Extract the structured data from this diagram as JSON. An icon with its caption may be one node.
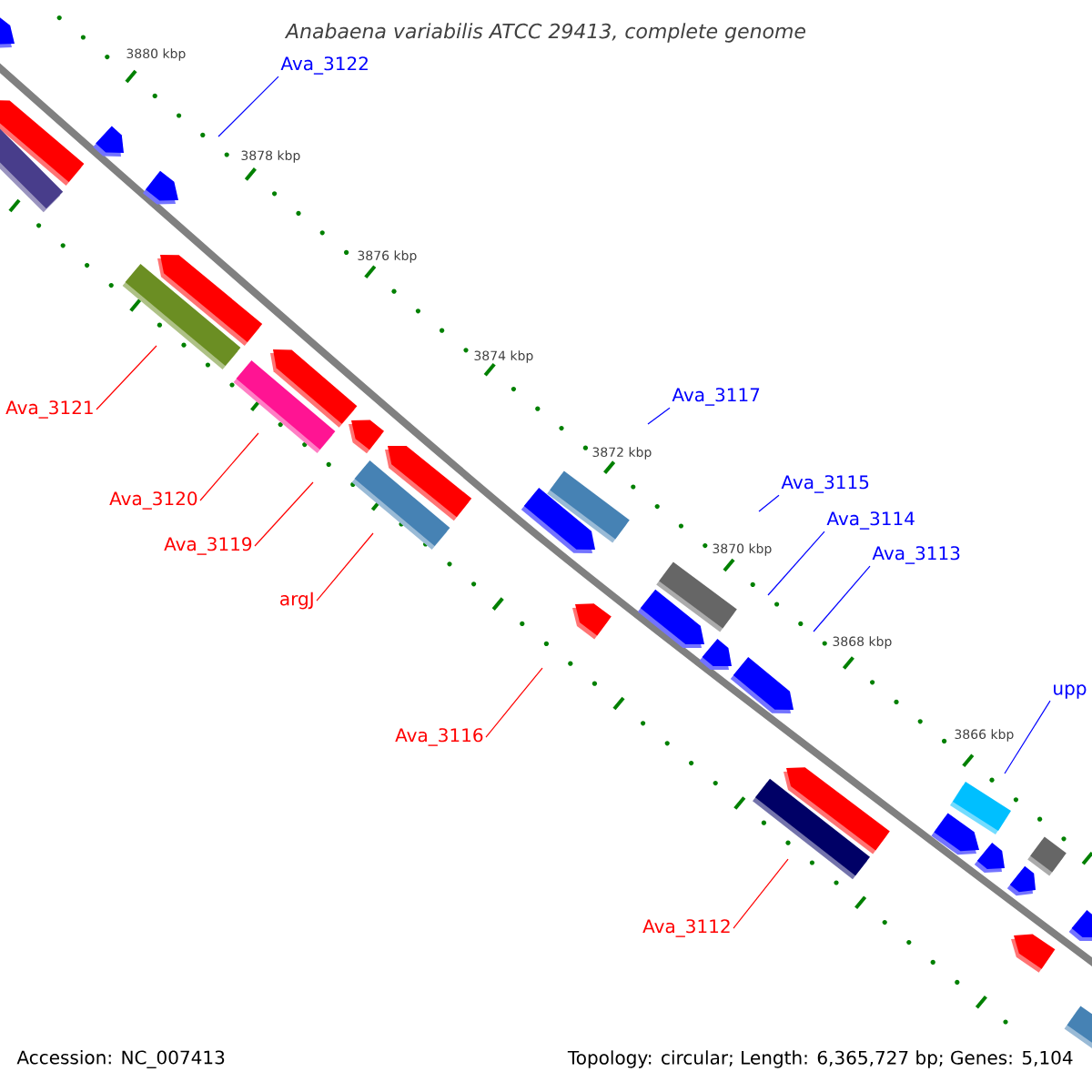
{
  "diagram": {
    "title": "Anabaena variabilis ATCC 29413, complete genome",
    "nodes": [
      {
        "text": [
          "Ava_3122"
        ]
      },
      {
        "text": [
          "Ava_3117"
        ]
      },
      {
        "text": [
          "Ava_3121"
        ]
      },
      {
        "text": [
          "Ava_3115"
        ]
      },
      {
        "text": [
          "Ava_3120"
        ]
      },
      {
        "text": [
          "Ava_3114"
        ]
      },
      {
        "text": [
          "Ava_3119"
        ]
      },
      {
        "text": [
          "Ava_3113"
        ]
      },
      {
        "text": [
          "argJ"
        ]
      },
      {
        "text": [
          "upp"
        ]
      },
      {
        "text": [
          "Ava_3116"
        ]
      },
      {
        "text": [
          "Ava_3112"
        ]
      }
    ],
    "edges": [
      {
        "from": 0,
        "to": null,
        "arrow": "none",
        "color": "#0000ff"
      },
      {
        "from": 1,
        "to": null,
        "arrow": "none",
        "color": "#0000ff"
      },
      {
        "from": 2,
        "to": null,
        "arrow": "none",
        "color": "#ff0000"
      },
      {
        "from": 3,
        "to": null,
        "arrow": "none",
        "color": "#0000ff"
      },
      {
        "from": 4,
        "to": null,
        "arrow": "none",
        "color": "#ff0000"
      },
      {
        "from": 5,
        "to": null,
        "arrow": "none",
        "color": "#0000ff"
      },
      {
        "from": 6,
        "to": null,
        "arrow": "none",
        "color": "#ff0000"
      },
      {
        "from": 7,
        "to": null,
        "arrow": "none",
        "color": "#0000ff"
      },
      {
        "from": 8,
        "to": null,
        "arrow": "none",
        "color": "#ff0000"
      },
      {
        "from": 9,
        "to": null,
        "arrow": "none",
        "color": "#0000ff"
      },
      {
        "from": 10,
        "to": null,
        "arrow": "none",
        "color": "#ff0000"
      },
      {
        "from": 11,
        "to": null,
        "arrow": "none",
        "color": "#ff0000"
      }
    ],
    "labels": [
      "3880 kbp",
      "3878 kbp",
      "3876 kbp",
      "3874 kbp",
      "3872 kbp",
      "3870 kbp",
      "3868 kbp",
      "3866 kbp",
      "Accession: NC_007413",
      "Topology: circular; Length: 6,365,727 bp; Genes: 5,104"
    ]
  }
}
